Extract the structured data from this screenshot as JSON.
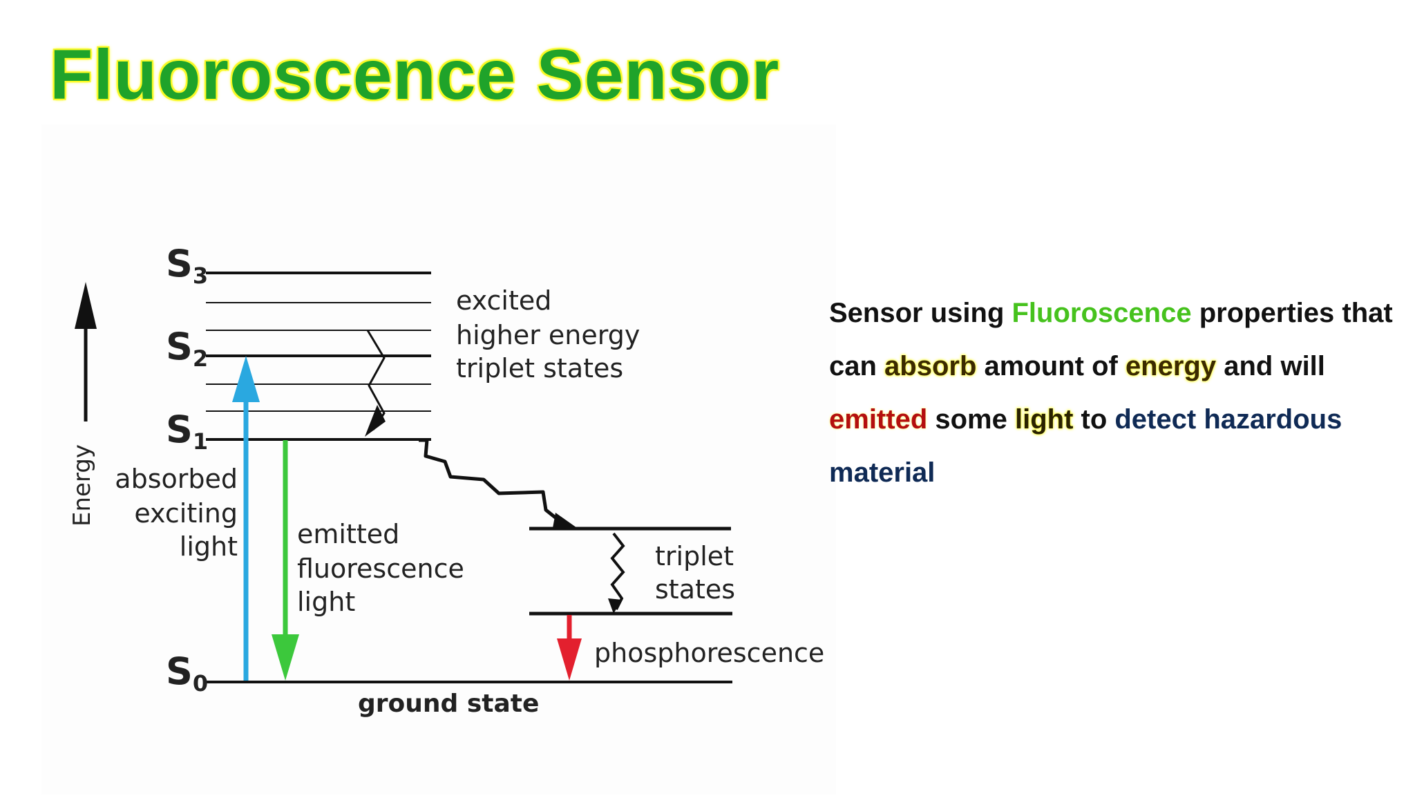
{
  "title": "Fluoroscence Sensor",
  "diagram": {
    "energy_axis_label": "Energy",
    "levels": {
      "s3": "S",
      "s3_sub": "3",
      "s2": "S",
      "s2_sub": "2",
      "s1": "S",
      "s1_sub": "1",
      "s0": "S",
      "s0_sub": "0"
    },
    "labels": {
      "excited_1": "excited",
      "excited_2": "higher  energy",
      "excited_3": "triplet states",
      "absorbed_1": "absorbed",
      "absorbed_2": "exciting",
      "absorbed_3": "light",
      "emitted_1": "emitted",
      "emitted_2": "fluorescence",
      "emitted_3": "light",
      "triplet_1": "triplet",
      "triplet_2": "states",
      "phosphorescence": "phosphorescence",
      "ground_state": "ground state"
    },
    "colors": {
      "absorbed_arrow": "#2aa8e0",
      "fluorescence_arrow": "#3cc83c",
      "phosphorescence_arrow": "#e3202e",
      "lines": "#111111"
    }
  },
  "description": {
    "w1": "Sensor using ",
    "fluoroscence": "Fluoroscence",
    "w2": " properties that can ",
    "absorb": "absorb",
    "w3": " amount of ",
    "energy": "energy",
    "w4": " and will ",
    "emitted": "emitted",
    "w5": " some ",
    "light": "light",
    "w6": " to ",
    "detect": "detect",
    "w7": " ",
    "hazardous": "hazardous material"
  }
}
